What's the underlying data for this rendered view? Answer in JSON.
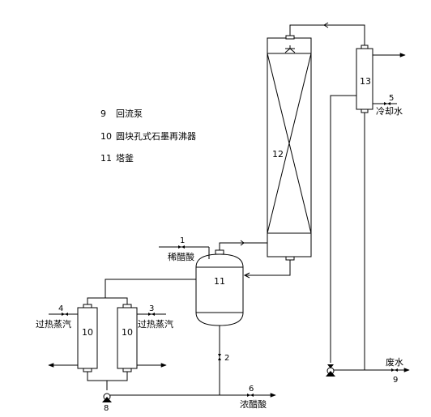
{
  "legend": [
    {
      "number": "9",
      "text": "回流泵"
    },
    {
      "number": "10",
      "text": "圆块孔式石墨再沸器"
    },
    {
      "number": "11",
      "text": "塔釜"
    }
  ],
  "equipment": {
    "column": "12",
    "condenser": "13",
    "tank": "11",
    "reboiler_left": "10",
    "reboiler_right": "10"
  },
  "streams": {
    "s1_num": "1",
    "s1_label": "稀醋酸",
    "s2_num": "2",
    "s3_num": "3",
    "s3_label": "过热蒸汽",
    "s4_num": "4",
    "s4_label": "过热蒸汽",
    "s5_num": "5",
    "s5_label": "冷却水",
    "s6_num": "6",
    "s6_label": "浓醋酸",
    "s8_num": "8",
    "s9_num": "9",
    "s9_label": "废水"
  }
}
